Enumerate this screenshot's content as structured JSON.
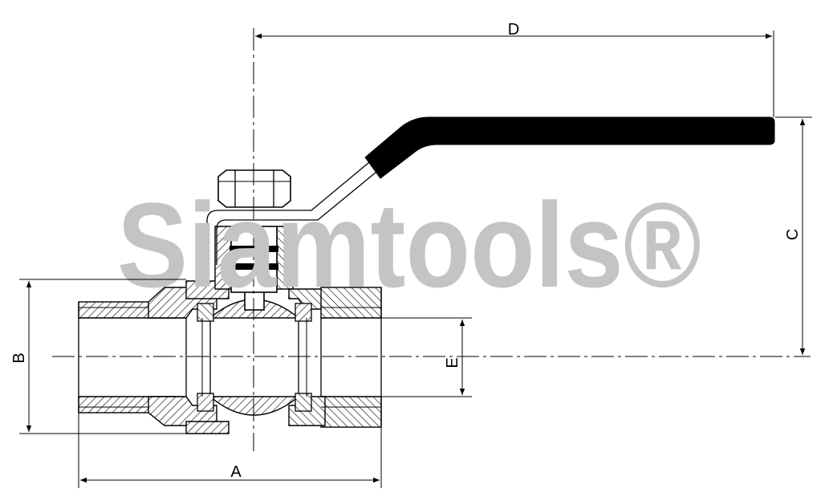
{
  "dimensions": {
    "a": "A",
    "b": "B",
    "c": "C",
    "d": "D",
    "e": "E"
  },
  "watermark": "Siamtools®",
  "colors": {
    "line": "#000000",
    "watermark": "#c4c4c4",
    "handle": "#000000",
    "background": "#ffffff"
  }
}
